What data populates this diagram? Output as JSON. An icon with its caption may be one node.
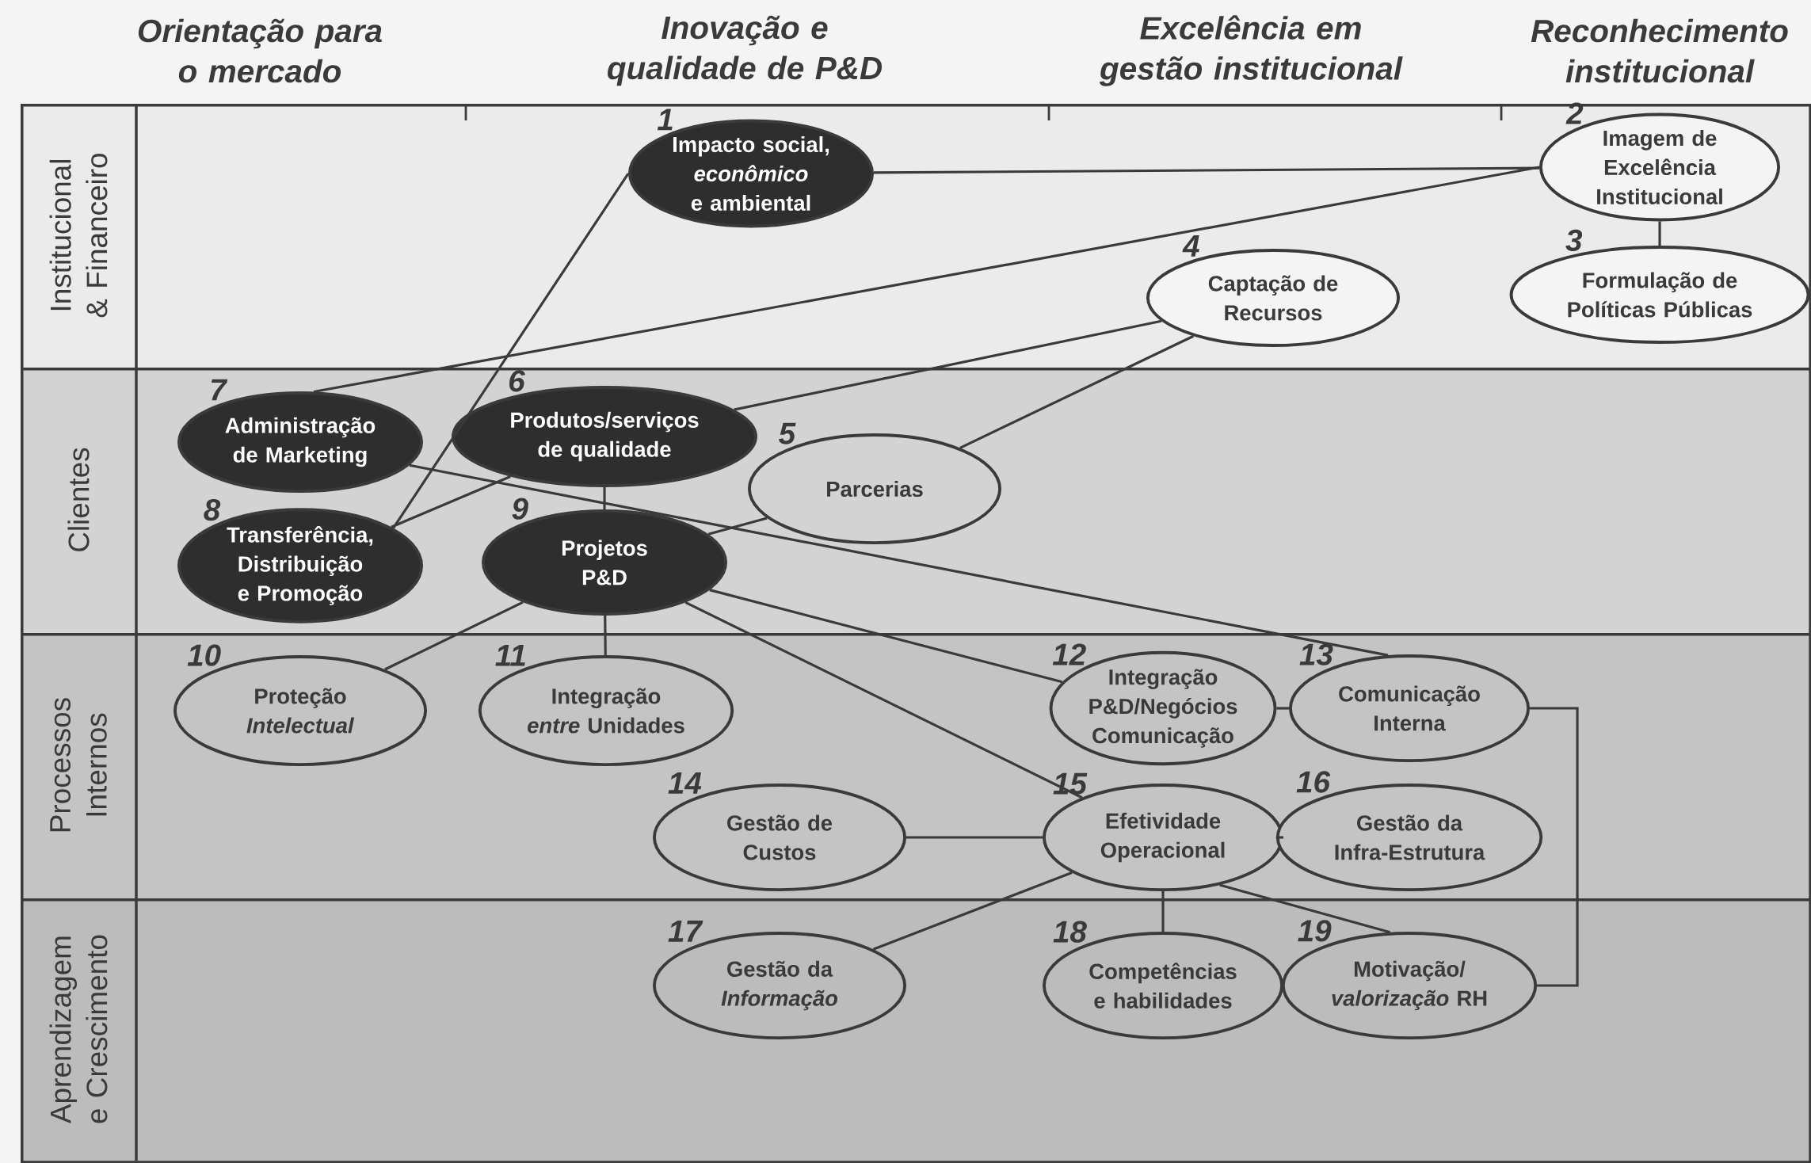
{
  "diagram": {
    "nodes": [
      {
        "text": [
          "Institucional & Financeiro"
        ]
      },
      {
        "text": [
          "Impacto social, *econômico* e ambiental"
        ],
        "beside": [
          "1"
        ],
        "in": 0
      },
      {
        "text": [
          "Imagem de Excelência Institucional"
        ],
        "beside": [
          "2"
        ],
        "in": 0
      },
      {
        "text": [
          "Formulação de Políticas Públicas"
        ],
        "beside": [
          "3"
        ],
        "in": 0
      },
      {
        "text": [
          "Captação de Recursos"
        ],
        "beside": [
          "4"
        ],
        "in": 0
      },
      {
        "text": [
          "Clientes"
        ]
      },
      {
        "text": [
          "Parcerias"
        ],
        "beside": [
          "5"
        ],
        "in": 5
      },
      {
        "text": [
          "Produtos/serviços de qualidade"
        ],
        "beside": [
          "6"
        ],
        "in": 5
      },
      {
        "text": [
          "Administração de Marketing"
        ],
        "beside": [
          "7"
        ],
        "in": 5
      },
      {
        "text": [
          "Transferência, Distribuição e Promoção"
        ],
        "beside": [
          "8"
        ],
        "in": 5
      },
      {
        "text": [
          "Projetos P&D"
        ],
        "beside": [
          "9"
        ],
        "in": 5
      },
      {
        "text": [
          "Processos Internos"
        ]
      },
      {
        "text": [
          "Proteção *Intelectual*"
        ],
        "beside": [
          "10"
        ],
        "in": 11
      },
      {
        "text": [
          "Integração *entre* Unidades"
        ],
        "beside": [
          "11"
        ],
        "in": 11
      },
      {
        "text": [
          "Integração P&D/Negócios Comunicação"
        ],
        "beside": [
          "12"
        ],
        "in": 11
      },
      {
        "text": [
          "Comunicação Interna"
        ],
        "beside": [
          "13"
        ],
        "in": 11
      },
      {
        "text": [
          "Gestão de Custos"
        ],
        "beside": [
          "14"
        ],
        "in": 11
      },
      {
        "text": [
          "Efetividade Operacional"
        ],
        "beside": [
          "15"
        ],
        "in": 11
      },
      {
        "text": [
          "Gestão da Infra-Estrutura"
        ],
        "beside": [
          "16"
        ],
        "in": 11
      },
      {
        "text": [
          "Aprendizagem e Crescimento"
        ]
      },
      {
        "text": [
          "Gestão da *Informação*"
        ],
        "beside": [
          "17"
        ],
        "in": 19
      },
      {
        "text": [
          "Competências e habilidades"
        ],
        "beside": [
          "18"
        ],
        "in": 19
      },
      {
        "text": [
          "Motivação/ *valorização* RH"
        ],
        "beside": [
          "19"
        ],
        "in": 19
      }
    ],
    "edges": [
      {
        "from": 1,
        "to": 2,
        "arrow": "none"
      },
      {
        "from": 8,
        "to": 2,
        "arrow": "none"
      },
      {
        "from": 2,
        "to": 3,
        "arrow": "none"
      },
      {
        "from": 9,
        "to": 1,
        "arrow": "none"
      },
      {
        "from": 9,
        "to": 7,
        "arrow": "none"
      },
      {
        "from": 7,
        "to": 4,
        "arrow": "none"
      },
      {
        "from": 6,
        "to": 4,
        "arrow": "none"
      },
      {
        "from": 10,
        "to": 6,
        "arrow": "none"
      },
      {
        "from": 7,
        "to": 10,
        "arrow": "none"
      },
      {
        "from": 8,
        "to": 15,
        "arrow": "none"
      },
      {
        "from": 10,
        "to": 12,
        "arrow": "none"
      },
      {
        "from": 10,
        "to": 13,
        "arrow": "none"
      },
      {
        "from": 10,
        "to": 14,
        "arrow": "none"
      },
      {
        "from": 10,
        "to": 17,
        "arrow": "none"
      },
      {
        "from": 14,
        "to": 15,
        "arrow": "none"
      },
      {
        "from": 16,
        "to": 17,
        "arrow": "none"
      },
      {
        "from": 17,
        "to": 18,
        "arrow": "none"
      },
      {
        "from": 20,
        "to": 17,
        "arrow": "none"
      },
      {
        "from": 17,
        "to": 21,
        "arrow": "none"
      },
      {
        "from": 17,
        "to": 22,
        "arrow": "none"
      },
      {
        "from": 15,
        "to": 22,
        "arrow": "none"
      }
    ],
    "labels": [
      "Orientação para o mercado",
      "Inovação e qualidade de P&D",
      "Excelência em gestão institucional",
      "Reconhecimento institucional"
    ]
  }
}
